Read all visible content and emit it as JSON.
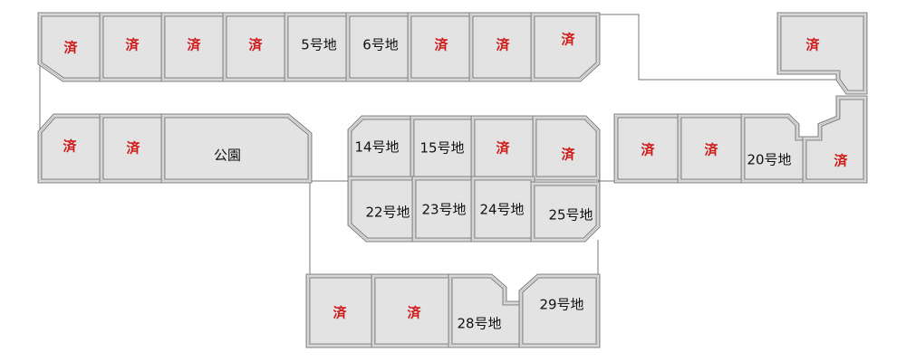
{
  "colors": {
    "sold": "#d01818",
    "lot_fill": "#e3e3e3",
    "border": "#8a8a8a"
  },
  "lots": [
    {
      "label": "済",
      "sold": true
    },
    {
      "label": "済",
      "sold": true
    },
    {
      "label": "済",
      "sold": true
    },
    {
      "label": "済",
      "sold": true
    },
    {
      "label": "5号地",
      "sold": false
    },
    {
      "label": "6号地",
      "sold": false
    },
    {
      "label": "済",
      "sold": true
    },
    {
      "label": "済",
      "sold": true
    },
    {
      "label": "済",
      "sold": true
    },
    {
      "label": "済",
      "sold": true
    },
    {
      "label": "済",
      "sold": true
    },
    {
      "label": "済",
      "sold": true
    },
    {
      "label": "公園",
      "sold": false
    },
    {
      "label": "14号地",
      "sold": false
    },
    {
      "label": "15号地",
      "sold": false
    },
    {
      "label": "済",
      "sold": true
    },
    {
      "label": "済",
      "sold": true
    },
    {
      "label": "済",
      "sold": true
    },
    {
      "label": "済",
      "sold": true
    },
    {
      "label": "20号地",
      "sold": false
    },
    {
      "label": "済",
      "sold": true
    },
    {
      "label": "22号地",
      "sold": false
    },
    {
      "label": "23号地",
      "sold": false
    },
    {
      "label": "24号地",
      "sold": false
    },
    {
      "label": "25号地",
      "sold": false
    },
    {
      "label": "済",
      "sold": true
    },
    {
      "label": "済",
      "sold": true
    },
    {
      "label": "28号地",
      "sold": false
    },
    {
      "label": "29号地",
      "sold": false
    }
  ]
}
